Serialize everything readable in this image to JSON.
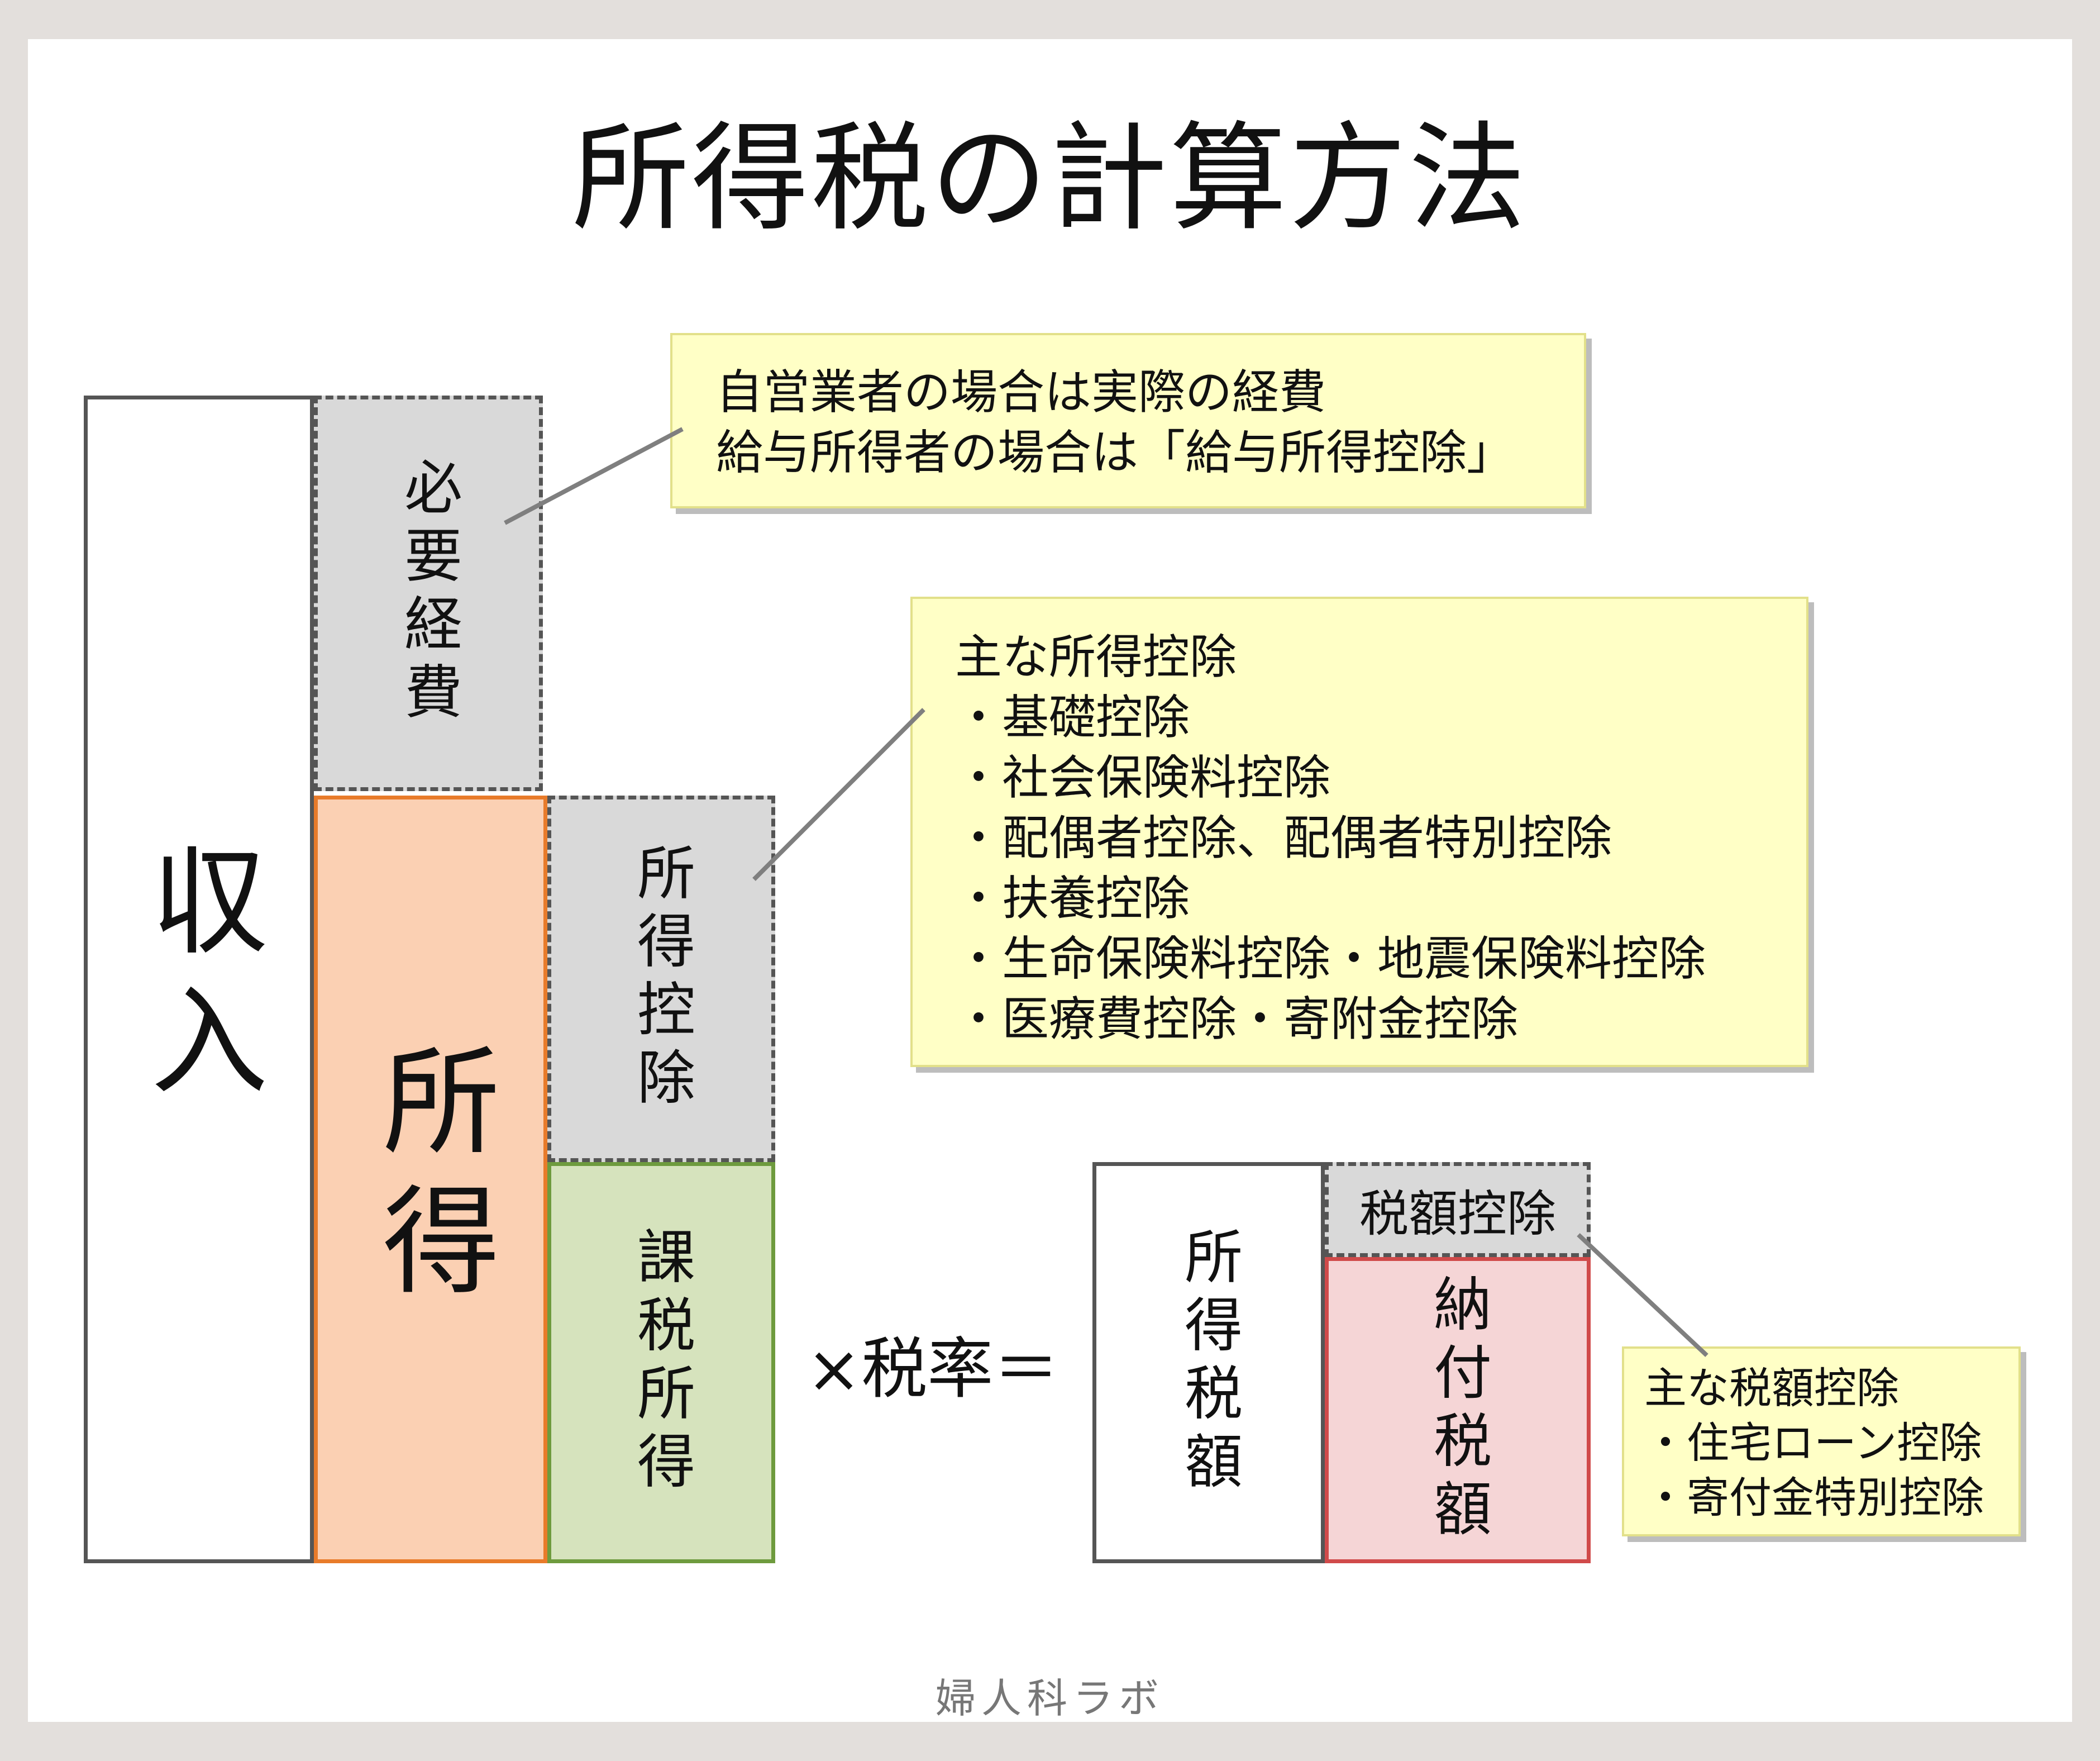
{
  "title": "所得税の計算方法",
  "boxes": {
    "income": "収入",
    "expenses": "必要経費",
    "net_income": "所得",
    "income_deduction": "所得控除",
    "taxable_income": "課税所得",
    "tax_amount": "所得税額",
    "tax_credit": "税額控除",
    "tax_payable": "納付税額"
  },
  "formula": "×税率＝",
  "callouts": {
    "expenses": {
      "lines": [
        "自営業者の場合は実際の経費",
        "給与所得者の場合は「給与所得控除」"
      ]
    },
    "income_deductions": {
      "heading": "主な所得控除",
      "items": [
        "・基礎控除",
        "・社会保険料控除",
        "・配偶者控除、配偶者特別控除",
        "・扶養控除",
        "・生命保険料控除・地震保険料控除",
        "・医療費控除・寄附金控除"
      ]
    },
    "tax_credits": {
      "heading": "主な税額控除",
      "items": [
        "・住宅ローン控除",
        "・寄付金特別控除"
      ]
    }
  },
  "footer": "婦人科ラボ",
  "colors": {
    "net_income_fill": "#fbd0b3",
    "net_income_border": "#e87b2a",
    "taxable_fill": "#d6e3bd",
    "taxable_border": "#6e9b3e",
    "payable_fill": "#f5d5d6",
    "payable_border": "#d04a4a",
    "deduction_fill": "#d9d9d9",
    "callout_fill": "#ffffc6"
  }
}
